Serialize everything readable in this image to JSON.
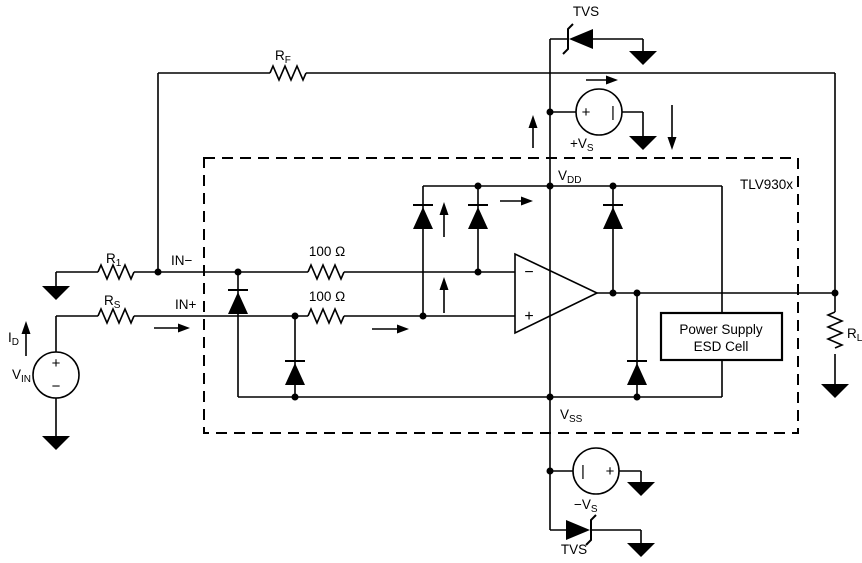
{
  "diagram": {
    "part_label": "TLV930x",
    "esd_cell": {
      "line1": "Power Supply",
      "line2": "ESD Cell"
    },
    "labels": {
      "tvs_top": "TVS",
      "tvs_bottom": "TVS",
      "in_minus": "IN−",
      "in_plus": "IN+",
      "ohm_top": "100 Ω",
      "ohm_bottom": "100 Ω",
      "rf": {
        "base": "R",
        "sub": "F"
      },
      "r1": {
        "base": "R",
        "sub": "1"
      },
      "rs": {
        "base": "R",
        "sub": "S"
      },
      "rl": {
        "base": "R",
        "sub": "L"
      },
      "id": {
        "base": "I",
        "sub": "D"
      },
      "vin": {
        "base": "V",
        "sub": "IN"
      },
      "vdd": {
        "base": "V",
        "sub": "DD"
      },
      "vss": {
        "base": "V",
        "sub": "SS"
      },
      "vs_pos": {
        "base": "+V",
        "sub": "S"
      },
      "vs_neg": {
        "base": "−V",
        "sub": "S"
      }
    },
    "opamp": {
      "inverting": "−",
      "noninverting": "+"
    },
    "sources": {
      "vin": {
        "top": "+",
        "bottom": "−"
      },
      "vs_pos": {
        "left": "+",
        "right": "|"
      },
      "vs_neg": {
        "left": "|",
        "right": "+"
      }
    },
    "colors": {
      "line": "#000000",
      "background": "#ffffff"
    }
  }
}
